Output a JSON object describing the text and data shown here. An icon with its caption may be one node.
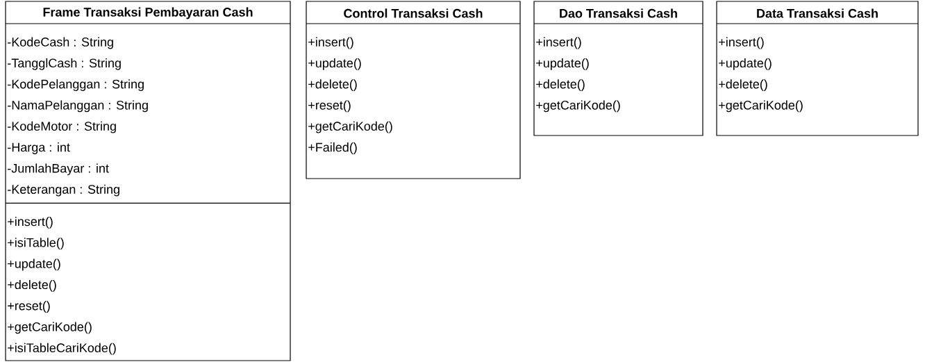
{
  "diagram": {
    "nodes": [
      {
        "text": [
          "Frame Transaksi Pembayaran Cash",
          "-KodeCash : String",
          "-TangglCash : String",
          "-KodePelanggan : String",
          "-NamaPelanggan : String",
          "-KodeMotor : String",
          "-Harga : int",
          "-JumlahBayar : int",
          "-Keterangan : String",
          "+insert()",
          "+isiTable()",
          "+update()",
          "+delete()",
          "+reset()",
          "+getCariKode()",
          "+isiTableCariKode()"
        ]
      },
      {
        "text": [
          "Control Transaksi  Cash",
          "+insert()",
          "+update()",
          "+delete()",
          "+reset()",
          "+getCariKode()",
          "+Failed()"
        ]
      },
      {
        "text": [
          "Dao Transaksi Cash",
          "+insert()",
          "+update()",
          "+delete()",
          "+getCariKode()"
        ]
      },
      {
        "text": [
          "Data Transaksi Cash",
          "+insert()",
          "+update()",
          "+delete()",
          "+getCariKode()"
        ]
      }
    ]
  }
}
